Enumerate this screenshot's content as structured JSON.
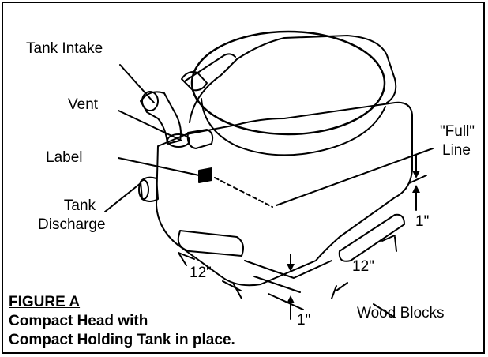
{
  "labels": {
    "tank_intake": "Tank Intake",
    "vent": "Vent",
    "label": "Label",
    "tank_discharge_1": "Tank",
    "tank_discharge_2": "Discharge",
    "full_line_1": "\"Full\"",
    "full_line_2": "Line",
    "wood_blocks": "Wood Blocks",
    "dim_12_left": "12\"",
    "dim_12_right": "12\"",
    "dim_1_right": "1\"",
    "dim_1_bottom": "1\""
  },
  "caption": {
    "figure": "FIGURE A",
    "line1": "Compact Head with",
    "line2": "Compact Holding Tank in place."
  }
}
